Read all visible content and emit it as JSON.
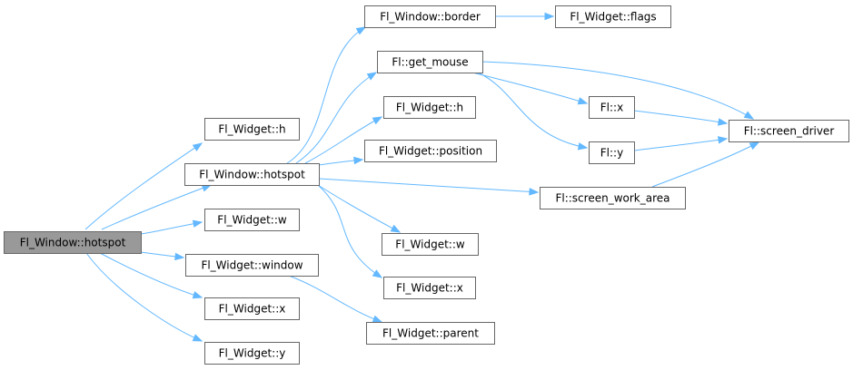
{
  "colors": {
    "edge": "#63b8ff",
    "node_border": "#666666",
    "root_fill": "#999999",
    "node_fill": "#ffffff"
  },
  "nodes": {
    "root": "Fl_Window::hotspot",
    "w_h": "Fl_Widget::h",
    "win_hotspot": "Fl_Window::hotspot",
    "w_w": "Fl_Widget::w",
    "w_window": "Fl_Widget::window",
    "w_x": "Fl_Widget::x",
    "w_y": "Fl_Widget::y",
    "win_border": "Fl_Window::border",
    "w_flags": "Fl_Widget::flags",
    "get_mouse": "Fl::get_mouse",
    "w_h2": "Fl_Widget::h",
    "w_position": "Fl_Widget::position",
    "screen_work_area": "Fl::screen_work_area",
    "w_w2": "Fl_Widget::w",
    "w_x2": "Fl_Widget::x",
    "w_parent": "Fl_Widget::parent",
    "fl_x": "Fl::x",
    "fl_y": "Fl::y",
    "screen_driver": "Fl::screen_driver"
  },
  "edges": [
    [
      "root",
      "w_h"
    ],
    [
      "root",
      "win_hotspot"
    ],
    [
      "root",
      "w_w"
    ],
    [
      "root",
      "w_window"
    ],
    [
      "root",
      "w_x"
    ],
    [
      "root",
      "w_y"
    ],
    [
      "win_hotspot",
      "win_border"
    ],
    [
      "win_hotspot",
      "get_mouse"
    ],
    [
      "win_hotspot",
      "w_h2"
    ],
    [
      "win_hotspot",
      "w_position"
    ],
    [
      "win_hotspot",
      "screen_work_area"
    ],
    [
      "win_hotspot",
      "w_w2"
    ],
    [
      "win_hotspot",
      "w_x2"
    ],
    [
      "w_window",
      "w_parent"
    ],
    [
      "win_border",
      "w_flags"
    ],
    [
      "get_mouse",
      "screen_driver"
    ],
    [
      "get_mouse",
      "fl_x"
    ],
    [
      "get_mouse",
      "fl_y"
    ],
    [
      "fl_x",
      "screen_driver"
    ],
    [
      "fl_y",
      "screen_driver"
    ],
    [
      "screen_work_area",
      "screen_driver"
    ]
  ]
}
